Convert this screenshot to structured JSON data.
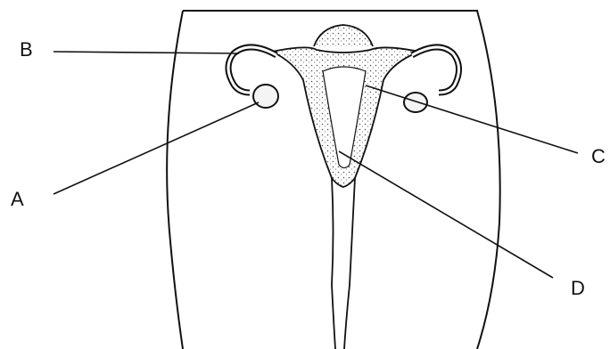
{
  "diagram": {
    "labels": {
      "a": "A",
      "b": "B",
      "c": "C",
      "d": "D"
    },
    "colors": {
      "ink": "#111111",
      "stipple": "#555555",
      "background": "#ffffff"
    }
  }
}
